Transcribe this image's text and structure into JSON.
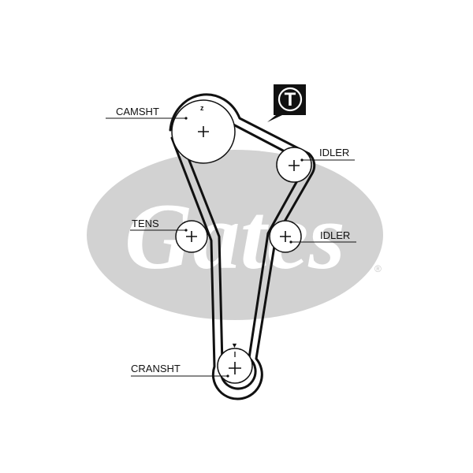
{
  "watermark": {
    "brand": "Gates",
    "registered": "®"
  },
  "tension_marker": {
    "letter": "T"
  },
  "pulleys": {
    "camshaft": {
      "label": "CAMSHT",
      "mark": "z"
    },
    "idler_upper": {
      "label": "IDLER"
    },
    "tensioner": {
      "label": "TENS"
    },
    "idler_lower": {
      "label": "IDLER"
    },
    "crankshaft": {
      "label": "CRANSHT",
      "mark": "▼"
    }
  },
  "colors": {
    "line": "#111111",
    "watermark": "#d2d2d2",
    "background": "#ffffff"
  }
}
